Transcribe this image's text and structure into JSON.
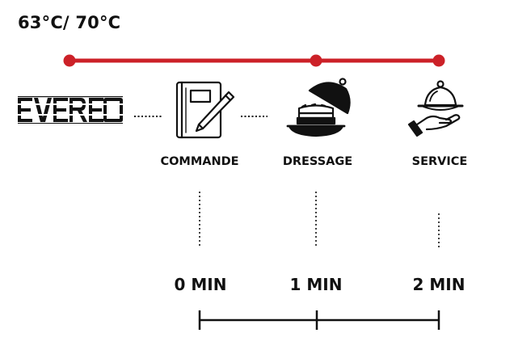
{
  "header": {
    "temperature": "63°C/ 70°C"
  },
  "brand": {
    "logo_text": "EVEREO"
  },
  "stages": [
    {
      "label": "COMMANDE",
      "icon": "notebook-pencil-icon"
    },
    {
      "label": "DRESSAGE",
      "icon": "plated-dish-cloche-icon"
    },
    {
      "label": "SERVICE",
      "icon": "cloche-hand-icon"
    }
  ],
  "timeline": [
    {
      "label": "0 MIN",
      "minutes": 0
    },
    {
      "label": "1 MIN",
      "minutes": 1
    },
    {
      "label": "2 MIN",
      "minutes": 2
    }
  ],
  "colors": {
    "accent": "#cc2128",
    "ink": "#111111"
  }
}
